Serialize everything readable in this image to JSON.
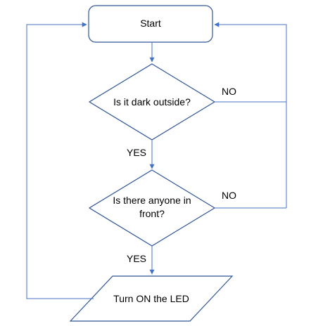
{
  "diagram": {
    "nodes": {
      "start": {
        "label": "Start",
        "shape": "rounded-rectangle"
      },
      "dark_decision": {
        "label": "Is it dark outside?",
        "shape": "diamond"
      },
      "anyone_decision": {
        "label_line1": "Is there anyone in",
        "label_line2": "front?",
        "shape": "diamond"
      },
      "led_io": {
        "label": "Turn ON the LED",
        "shape": "parallelogram"
      }
    },
    "edge_labels": {
      "dark_no": "NO",
      "dark_yes": "YES",
      "anyone_no": "NO",
      "anyone_yes": "YES"
    }
  },
  "colors": {
    "stroke": "#2f5597",
    "line": "#4472c4",
    "text": "#000000",
    "fill": "#ffffff"
  }
}
